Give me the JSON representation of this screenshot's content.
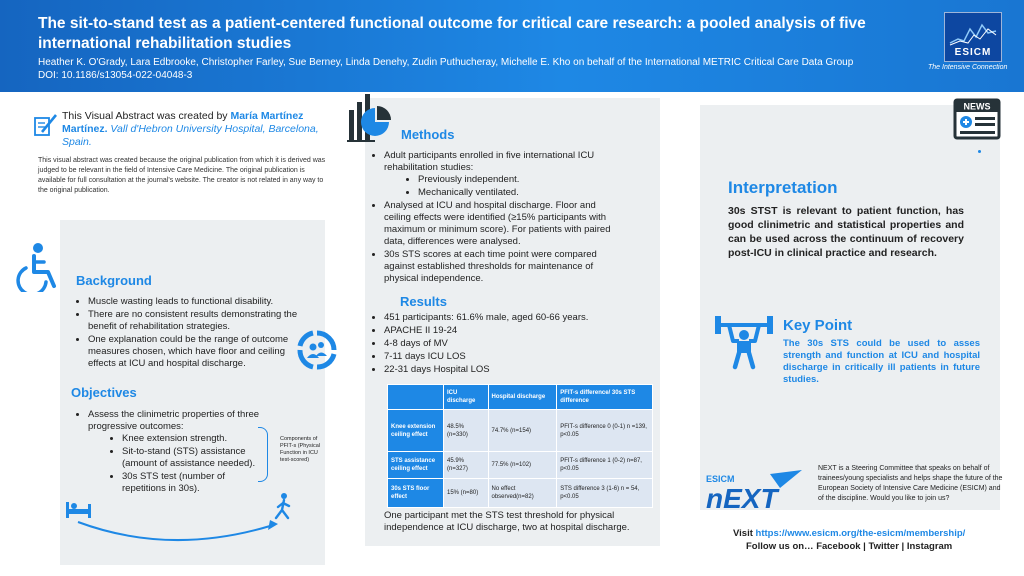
{
  "header": {
    "title": "The sit-to-stand test as a patient-centered functional outcome for critical care research: a pooled analysis of five international rehabilitation studies",
    "authors": "Heather K. O'Grady, Lara Edbrooke, Christopher Farley, Sue Berney, Linda Denehy, Zudin Puthucheray, Michelle E. Kho on behalf of the International METRIC Critical Care Data Group",
    "doi": "DOI: 10.1186/s13054-022-04048-3",
    "logo_text": "ESICM",
    "logo_tagline": "The Intensive Connection"
  },
  "creator": {
    "prefix": "This Visual Abstract was created by ",
    "name": "María Martínez Martínez.",
    "hospital": " Vall d'Hebron University Hospital",
    "city": ", Barcelona, Spain.",
    "disclaimer": "This visual abstract was created because the original publication from which it is derived was judged to be relevant in the field of Intensive Care Medicine. The original publication is available for full consultation at the journal's website. The creator is not related in any way to the original publication."
  },
  "background": {
    "title": "Background",
    "items": [
      "Muscle wasting leads to functional disability.",
      "There are no consistent results demonstrating the benefit of rehabilitation strategies.",
      "One explanation could be the range of outcome measures chosen, which have floor and ceiling effects at ICU and hospital discharge."
    ]
  },
  "objectives": {
    "title": "Objectives",
    "intro": "Assess the clinimetric properties of three progressive outcomes:",
    "sub": [
      "Knee extension strength.",
      "Sit-to-stand (STS) assistance (amount of assistance needed).",
      "30s STS test (number of repetitions in 30s)."
    ],
    "brace_note": "Components of PFIT-s (Physical Function in ICU test-scored)"
  },
  "methods": {
    "title": "Methods",
    "item1": "Adult participants enrolled in five international ICU rehabilitation studies:",
    "item1_sub": [
      "Previously independent.",
      "Mechanically ventilated."
    ],
    "item2": "Analysed at ICU and hospital discharge. Floor and ceiling effects were identified (≥15% participants with maximum or minimum score). For patients with paired data, differences were analysed.",
    "item3": "30s STS scores at each time point were compared against established thresholds for maintenance of physical independence."
  },
  "results": {
    "title": "Results",
    "items": [
      "451 participants: 61.6% male, aged 60-66 years.",
      "APACHE II 19-24",
      "4-8 days of MV",
      "7-11 days ICU LOS",
      "22-31 days Hospital LOS"
    ],
    "table": {
      "headers": [
        "",
        "ICU discharge",
        "Hospital discharge",
        "PFIT-s difference/ 30s STS difference"
      ],
      "rows": [
        [
          "Knee extension ceiling effect",
          "48.5% (n=330)",
          "74.7% (n=154)",
          "PFIT-s difference 0 (0-1) n =139, p<0.05"
        ],
        [
          "STS assistance ceiling effect",
          "45.9% (n=327)",
          "77.5% (n=102)",
          "PFIT-s difference 1 (0-2) n=87, p<0.05"
        ],
        [
          "30s STS floor effect",
          "15% (n=80)",
          "No effect observed(n=82)",
          "STS difference 3 (1-6) n = 54, p<0.05"
        ]
      ]
    },
    "note": "One participant met the STS test threshold for physical independence at ICU discharge, two at hospital discharge."
  },
  "interpretation": {
    "title": "Interpretation",
    "text": "30s STST is relevant to patient function, has good clinimetric and statistical properties and can be used across the continuum of recovery post-ICU in clinical practice and research."
  },
  "key_point": {
    "title": "Key Point",
    "text": "The 30s STS could be used to asses strength and function at ICU and hospital discharge in critically ill patients in future studies."
  },
  "next": {
    "logo_small": "ESICM",
    "logo_big": "nEXT",
    "text": "NEXT is a Steering Committee that speaks on behalf of trainees/young specialists and helps shape the future of the European Society of Intensive Care Medicine (ESICM) and of the discipline. Would you like to join us?",
    "visit_prefix": "Visit ",
    "visit_link": "https://www.esicm.org/the-esicm/membership/",
    "follow": "Follow us on… Facebook | Twitter | Instagram",
    "news_label": "NEWS"
  },
  "colors": {
    "accent": "#1e88e5",
    "header": "#1565c0",
    "panel": "#eceff1"
  }
}
